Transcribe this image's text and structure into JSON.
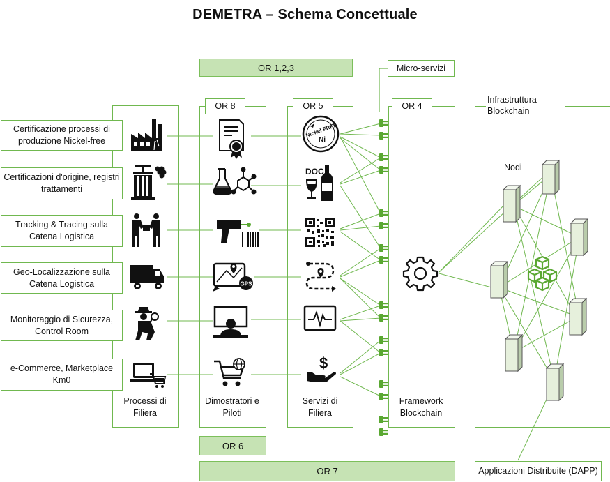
{
  "title": "DEMETRA – Schema Concettuale",
  "bars": {
    "or123": "OR 1,2,3",
    "or6": "OR 6",
    "or7": "OR 7"
  },
  "tabs": {
    "or8": "OR 8",
    "or5": "OR 5",
    "or4": "OR 4"
  },
  "micro_servizi": "Micro-servizi",
  "infra_label": "Infrastruttura Blockchain",
  "nodi_label": "Nodi",
  "dapp_label": "Applicazioni Distribuite (DAPP)",
  "captions": {
    "processi": "Processi di Filiera",
    "dimostratori": "Dimostratori e Piloti",
    "servizi": "Servizi di Filiera",
    "framework": "Framework Blockchain"
  },
  "left_labels": [
    "Certificazione processi di produzione Nickel-free",
    "Certificazioni d'origine, registri trattamenti",
    "Tracking & Tracing sulla Catena Logistica",
    "Geo-Localizzazione sulla Catena Logistica",
    "Monitoraggio di Sicurezza, Control Room",
    "e-Commerce, Marketplace Km0"
  ],
  "icon_texts": {
    "nickel_badge": "Nickel FREE",
    "nickel_symbol": "Ni",
    "doc": "DOC",
    "gps": "GPS"
  },
  "colors": {
    "green_border": "#70b84f",
    "green_fill": "#c6e3b4",
    "plug_green": "#5aa832",
    "node_fill": "#e6f0dc",
    "icon": "#111111"
  },
  "icons": [
    "factory-icon",
    "wine-press-icon",
    "handshake-icon",
    "truck-icon",
    "detective-icon",
    "laptop-cart-icon",
    "certificate-icon",
    "flask-molecule-icon",
    "barcode-scanner-icon",
    "map-gps-icon",
    "monitor-operator-icon",
    "shopping-cart-globe-icon",
    "nickel-free-icon",
    "doc-wine-icon",
    "qr-code-icon",
    "route-icon",
    "heartbeat-monitor-icon",
    "money-hand-icon",
    "gear-icon",
    "blockchain-cubes-icon"
  ]
}
